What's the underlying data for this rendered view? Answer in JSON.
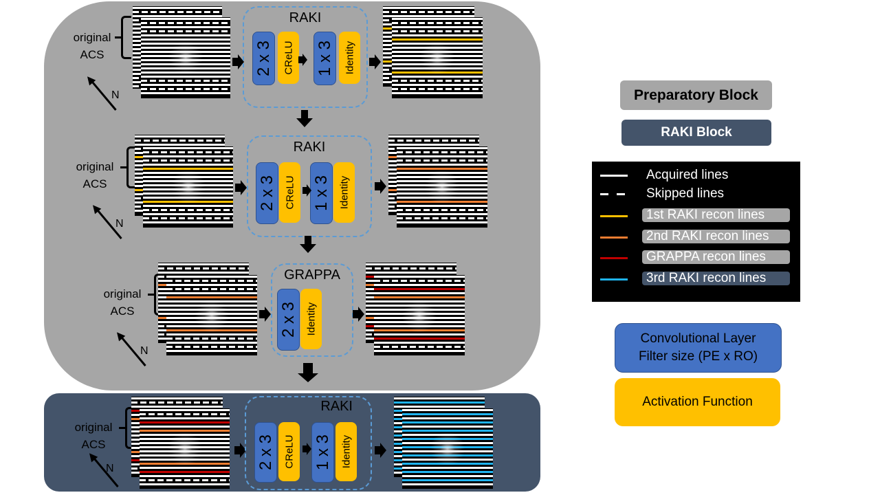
{
  "colors": {
    "preparatory_block": "#a6a6a6",
    "raki_block": "#44546a",
    "conv_layer": "#4472c4",
    "activation": "#ffc000",
    "acquired": "#ffffff",
    "first_raki": "#ffc000",
    "second_raki": "#ed7d31",
    "grappa": "#c00000",
    "third_raki": "#1fb4f0",
    "dashed_border": "#5b9bd5"
  },
  "labels": {
    "original": "original",
    "acs": "ACS",
    "n": "N"
  },
  "stages": [
    {
      "title": "RAKI",
      "layers": [
        {
          "type": "conv",
          "text": "2 x 3"
        },
        {
          "type": "act",
          "text": "CReLU"
        },
        {
          "type": "conv",
          "text": "1 x 3"
        },
        {
          "type": "act",
          "text": "Identity"
        }
      ]
    },
    {
      "title": "RAKI",
      "layers": [
        {
          "type": "conv",
          "text": "2 x 3"
        },
        {
          "type": "act",
          "text": "CReLU"
        },
        {
          "type": "conv",
          "text": "1 x 3"
        },
        {
          "type": "act",
          "text": "Identity"
        }
      ]
    },
    {
      "title": "GRAPPA",
      "layers": [
        {
          "type": "conv",
          "text": "2 x 3"
        },
        {
          "type": "act",
          "text": "Identity"
        }
      ]
    },
    {
      "title": "RAKI",
      "layers": [
        {
          "type": "conv",
          "text": "2 x 3"
        },
        {
          "type": "act",
          "text": "CReLU"
        },
        {
          "type": "conv",
          "text": "1 x 3"
        },
        {
          "type": "act",
          "text": "Identity"
        }
      ]
    }
  ],
  "legend": {
    "preparatory_block": "Preparatory Block",
    "raki_block": "RAKI Block",
    "lines": [
      {
        "label": "Acquired lines",
        "style": "solid",
        "color": "#ffffff",
        "pill": ""
      },
      {
        "label": "Skipped lines",
        "style": "dashed",
        "color": "#ffffff",
        "pill": ""
      },
      {
        "label": "1st RAKI recon lines",
        "style": "solid",
        "color": "#ffc000",
        "pill": "#a6a6a6"
      },
      {
        "label": "2nd RAKI recon lines",
        "style": "solid",
        "color": "#ed7d31",
        "pill": "#a6a6a6"
      },
      {
        "label": "GRAPPA recon lines",
        "style": "solid",
        "color": "#c00000",
        "pill": "#a6a6a6"
      },
      {
        "label": "3rd RAKI recon lines",
        "style": "solid",
        "color": "#1fb4f0",
        "pill": "#44546a"
      }
    ],
    "conv_layer": "Convolutional Layer\nFilter size (PE x RO)",
    "conv_layer_line1": "Convolutional Layer",
    "conv_layer_line2": "Filter size (PE x RO)",
    "activation": "Activation Function"
  }
}
